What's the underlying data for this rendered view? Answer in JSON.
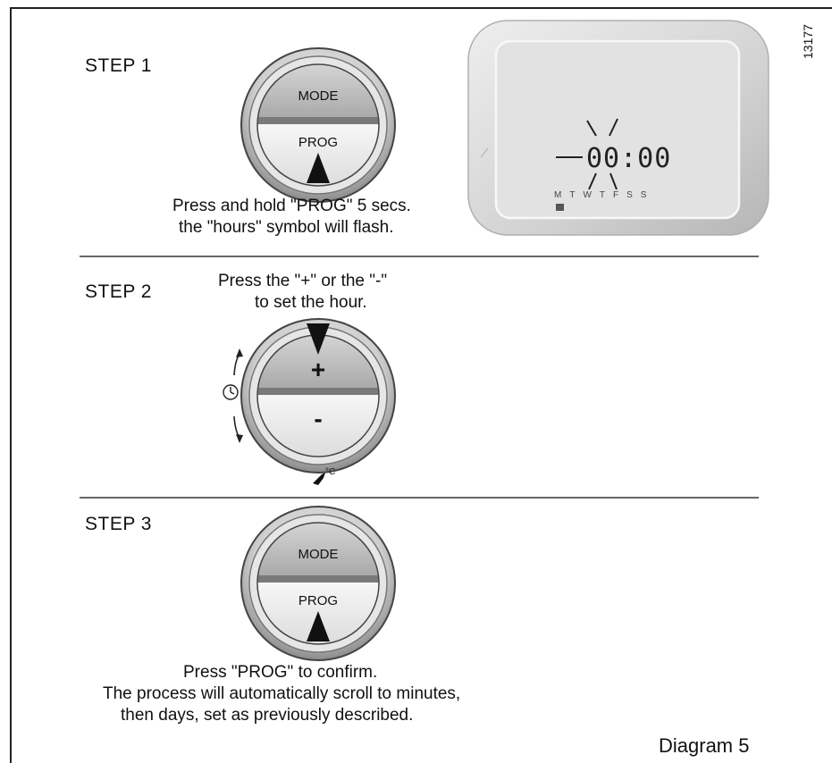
{
  "figure_id": "13177",
  "diagram_label": "Diagram 5",
  "step1": {
    "title": "STEP 1",
    "button_top": "MODE",
    "button_bottom": "PROG",
    "caption_line1": "Press and hold \"PROG\" 5 secs.",
    "caption_line2": "the \"hours\" symbol will flash.",
    "display_time": "00:00",
    "display_days": [
      "M",
      "T",
      "W",
      "T",
      "F",
      "S",
      "S"
    ]
  },
  "step2": {
    "title": "STEP 2",
    "caption_line1": "Press the \"+\" or the \"-\"",
    "caption_line2": "to set the hour.",
    "button_top": "+",
    "button_bottom": "-",
    "temp_unit": "°C"
  },
  "step3": {
    "title": "STEP 3",
    "button_top": "MODE",
    "button_bottom": "PROG",
    "caption_line1": "Press \"PROG\" to confirm.",
    "caption_line2": "The process will automatically scroll to minutes,",
    "caption_line3": "then days, set as previously described."
  }
}
